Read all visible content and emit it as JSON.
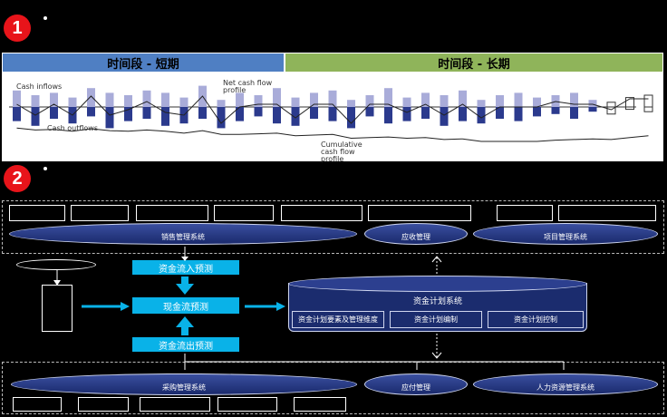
{
  "section1": {
    "badge": "1"
  },
  "section2": {
    "badge": "2"
  },
  "chart": {
    "short_term_label": "时间段 - 短期",
    "long_term_label": "时间段 - 长期",
    "cash_inflows": "Cash inflows",
    "cash_outflows": "Cash outflows",
    "net_cash_flow": "Net cash flow profile",
    "cumulative": "Cumulative cash flow profile",
    "colors": {
      "short": "#4f7fc3",
      "long": "#8fb45a",
      "bar_dark": "#2b3a8d",
      "bar_light": "#a9acd9"
    }
  },
  "chart_data": {
    "type": "bar",
    "title": "",
    "series": [
      {
        "name": "Cash inflows",
        "values": [
          0.7,
          0.5,
          0.6,
          0.4,
          0.8,
          0.6,
          0.5,
          0.7,
          0.6,
          0.4,
          0.9,
          0.3,
          0.6,
          0.5,
          0.8,
          0.4,
          0.6,
          0.7,
          0.3,
          0.5,
          0.8,
          0.4,
          0.6,
          0.5,
          0.7,
          0.3,
          0.5,
          0.6,
          0.4,
          0.5,
          0.6,
          0.3,
          0.2,
          0.4,
          0.5
        ]
      },
      {
        "name": "Cash outflows",
        "values": [
          -0.6,
          -0.8,
          -0.5,
          -0.7,
          -0.4,
          -0.9,
          -0.6,
          -0.5,
          -0.8,
          -0.7,
          -0.5,
          -0.9,
          -0.6,
          -0.4,
          -0.7,
          -0.8,
          -0.5,
          -0.6,
          -0.9,
          -0.4,
          -0.7,
          -0.6,
          -0.5,
          -0.8,
          -0.6,
          -0.7,
          -0.5,
          -0.6,
          -0.4,
          -0.3,
          -0.5,
          -0.2,
          -0.3,
          -0.1,
          -0.2
        ]
      }
    ]
  },
  "diagram": {
    "sales_system": "销售管理系统",
    "receivable": "应收管理",
    "project_system": "项目管理系统",
    "cash_inflow_forecast": "资金流入预测",
    "cash_flow_forecast": "现金流预测",
    "cash_outflow_forecast": "资金流出预测",
    "fund_plan_system": "资金计划系统",
    "fund_plan_elements": "资金计划要素及管理维度",
    "fund_plan_compile": "资金计划编制",
    "fund_plan_control": "资金计划控制",
    "purchase_system": "采购管理系统",
    "payable": "应付管理",
    "hr_system": "人力资源管理系统"
  }
}
